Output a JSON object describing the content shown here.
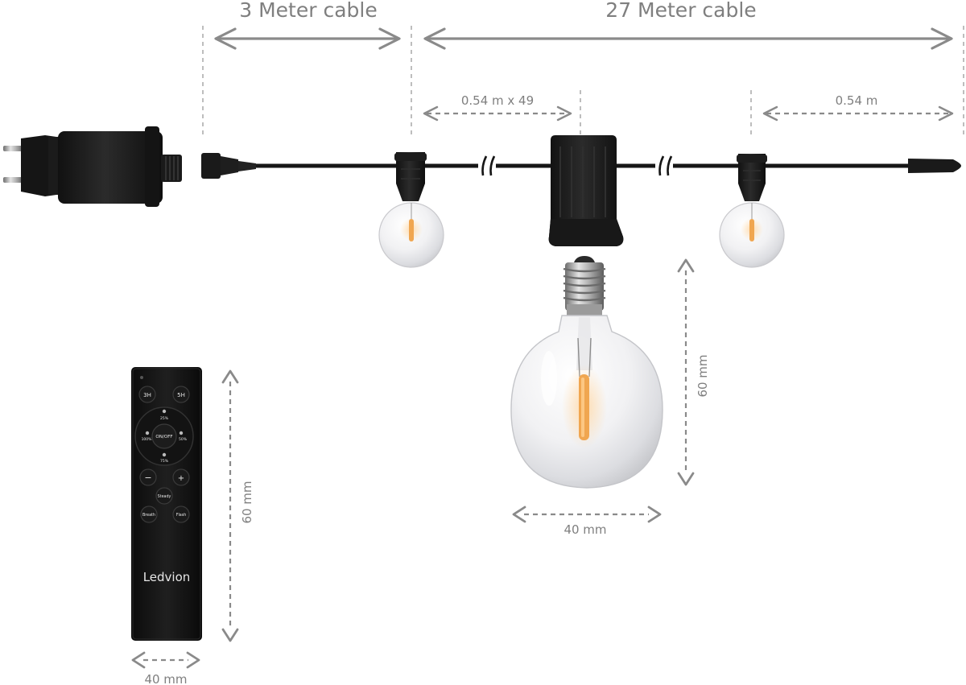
{
  "labels": {
    "lead_cable": "3 Meter cable",
    "main_cable": "27 Meter cable",
    "spacing_repeat": "0.54 m x 49",
    "spacing_end": "0.54 m",
    "bulb_height": "60 mm",
    "bulb_width": "40 mm",
    "remote_height": "60 mm",
    "remote_width": "40 mm"
  },
  "remote": {
    "brand": "Ledvion",
    "timer_3h": "3H",
    "timer_5h": "5H",
    "power": "ON/OFF",
    "bright_25": "25%",
    "bright_50": "50%",
    "bright_75": "75%",
    "bright_100": "100%",
    "minus": "−",
    "plus": "+",
    "steady": "Steady",
    "breath": "Breath",
    "flash": "Flash"
  },
  "icons": {
    "cable_break": "double-slash-break-icon",
    "sun": "sun-icon"
  },
  "colors": {
    "product_black": "#1c1c1c",
    "dimension_gray": "#8a8a8a",
    "filament_amber": "#f0a650"
  }
}
